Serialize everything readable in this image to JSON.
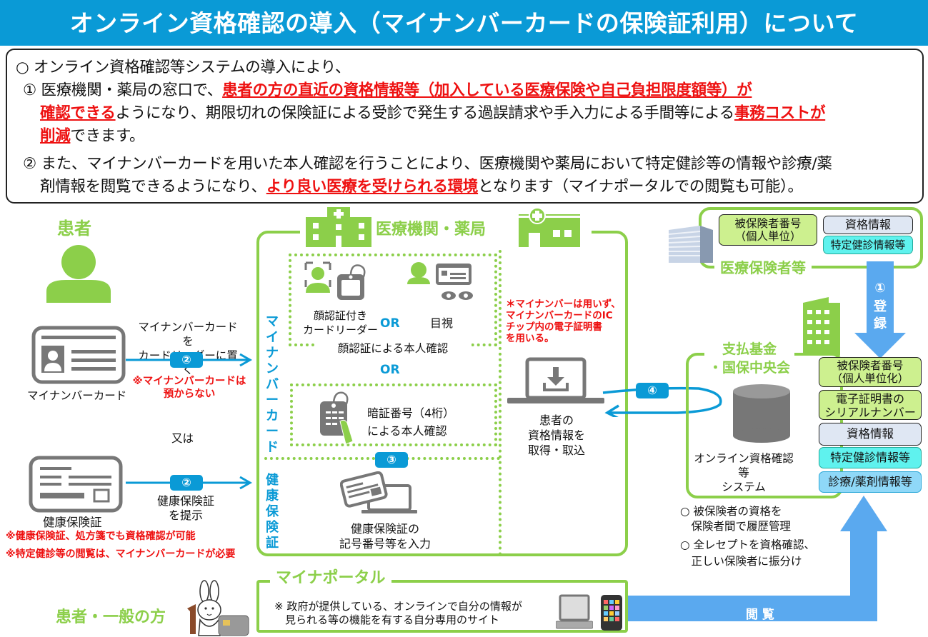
{
  "header": {
    "title": "オンライン資格確認の導入（マイナンバーカードの保険証利用）について"
  },
  "summary": {
    "intro": "○ オンライン資格確認等システムの導入により、",
    "point1": {
      "num": "①",
      "prefix": "医療機関・薬局の窓口で、",
      "highlight1a": "患者の方の直近の資格情報等（加入している医療保険や自己負担限度額等）が",
      "highlight1b": "確認できる",
      "middle": "ようになり、期限切れの保険証による受診で発生する過誤請求や手入力による手間等による",
      "highlight2a": "事務コストが",
      "highlight2b": "削減",
      "suffix": "できます。"
    },
    "point2": {
      "num": "②",
      "line1": "また、マイナンバーカードを用いた本人確認を行うことにより、医療機関や薬局において特定健診等の情報や診療/薬",
      "prefix2": "剤情報を閲覧できるようになり、",
      "highlight": "より良い医療を受けられる環境",
      "suffix": "となります（マイナポータルでの閲覧も可能）。"
    }
  },
  "patient": {
    "title": "患者",
    "mynumber_card_label": "マイナンバーカード",
    "arrow1_label": "マイナンバーカードを\nカードリーダーに置く",
    "arrow1_badge": "②",
    "arrow1_note": "※マイナンバーカードは\n預からない",
    "or_text": "又は",
    "insurance_card_label": "健康保険証",
    "arrow2_badge": "②",
    "arrow2_label": "健康保険証\nを提示",
    "note1": "※健康保険証、処方箋でも資格確認が可能",
    "note2": "※特定健診等の閲覧は、マイナンバーカードが必要"
  },
  "clinic": {
    "title": "医療機関・薬局",
    "vlabel_mynumber": "マイナンバーカード",
    "vlabel_insurance": "健康保険証",
    "face_reader_label": "顔認証付き\nカードリーダー",
    "or1": "OR",
    "visual_label": "目視",
    "face_auth_caption": "顔認証による本人確認",
    "or2": "OR",
    "pin_label": "暗証番号（4桁）\nによる本人確認",
    "badge3": "③",
    "insurance_input_label": "健康保険証の\n記号番号等を入力",
    "ic_note": "＊マイナンバーは用いず、\nマイナンバーカードのIC\nチップ内の電子証明書\nを用いる。",
    "laptop_label": "患者の\n資格情報を\n取得・取込",
    "badge4": "④"
  },
  "insurer": {
    "title": "医療保険者等",
    "box_number": "被保険者番号\n（個人単位）",
    "box_qualification": "資格情報",
    "box_checkup": "特定健診情報等",
    "arrow_badge": "①",
    "arrow_label": "登\n録"
  },
  "fund": {
    "title": "支払基金\n・国保中央会",
    "system_label": "オンライン資格確認等\nシステム",
    "boxes": [
      "被保険者番号\n（個人単位化）",
      "電子証明書の\nシリアルナンバー",
      "資格情報",
      "特定健診情報等",
      "診療/薬剤情報等"
    ],
    "bullet1": "○ 被保険者の資格を\n　保険者間で履歴管理",
    "bullet2": "○ 全レセプトを資格確認、\n　正しい保険者に振分け"
  },
  "portal": {
    "general_title": "患者・一般の方",
    "title": "マイナポータル",
    "desc": "※ 政府が提供している、オンラインで自分の情報が\n　見られる等の機能を有する自分専用のサイト",
    "view_label": "閲 覧"
  },
  "colors": {
    "header_blue": "#0a9ad6",
    "green": "#8ccf4a",
    "red": "#ee1111",
    "arrow_blue": "#5aa9ef",
    "icon_gray": "#777777"
  }
}
